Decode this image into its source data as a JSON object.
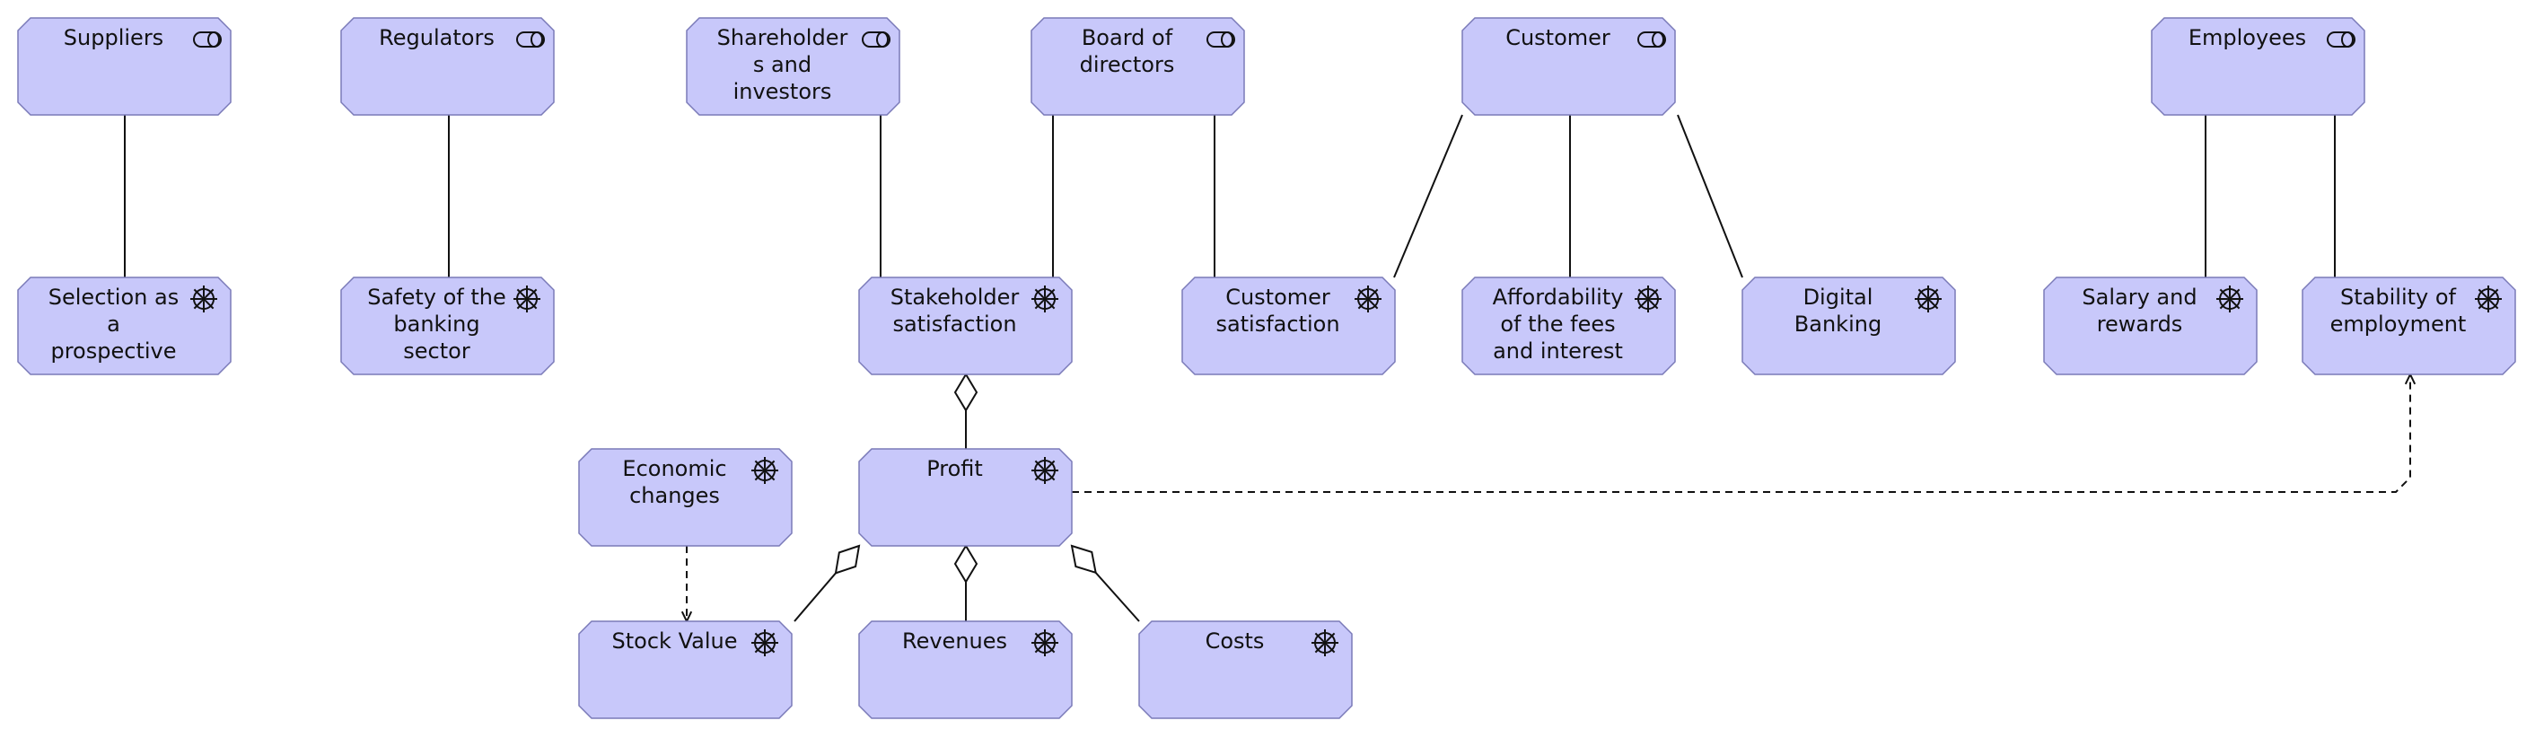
{
  "diagram": {
    "stakeholders": [
      {
        "id": "suppliers",
        "lines": [
          "Suppliers"
        ],
        "icon": "stakeholder-icon"
      },
      {
        "id": "regulators",
        "lines": [
          "Regulators"
        ],
        "icon": "stakeholder-icon"
      },
      {
        "id": "shareholders",
        "lines": [
          "Shareholder",
          "s and",
          "investors"
        ],
        "icon": "stakeholder-icon"
      },
      {
        "id": "board",
        "lines": [
          "Board of",
          "directors"
        ],
        "icon": "stakeholder-icon"
      },
      {
        "id": "customer",
        "lines": [
          "Customer"
        ],
        "icon": "stakeholder-icon"
      },
      {
        "id": "employees",
        "lines": [
          "Employees"
        ],
        "icon": "stakeholder-icon"
      }
    ],
    "drivers": [
      {
        "id": "selection",
        "lines": [
          "Selection as",
          "a",
          "prospective"
        ],
        "icon": "driver-icon"
      },
      {
        "id": "safety",
        "lines": [
          "Safety of the",
          "banking",
          "sector"
        ],
        "icon": "driver-icon"
      },
      {
        "id": "stakeholder-satisfaction",
        "lines": [
          "Stakeholder",
          "satisfaction"
        ],
        "icon": "driver-icon"
      },
      {
        "id": "customer-satisfaction",
        "lines": [
          "Customer",
          "satisfaction"
        ],
        "icon": "driver-icon"
      },
      {
        "id": "affordability",
        "lines": [
          "Affordability",
          "of the fees",
          "and interest"
        ],
        "icon": "driver-icon"
      },
      {
        "id": "digital-banking",
        "lines": [
          "Digital",
          "Banking"
        ],
        "icon": "driver-icon"
      },
      {
        "id": "salary",
        "lines": [
          "Salary and",
          "rewards"
        ],
        "icon": "driver-icon"
      },
      {
        "id": "stability",
        "lines": [
          "Stability of",
          "employment"
        ],
        "icon": "driver-icon"
      },
      {
        "id": "economic",
        "lines": [
          "Economic",
          "changes"
        ],
        "icon": "driver-icon"
      },
      {
        "id": "profit",
        "lines": [
          "Profit"
        ],
        "icon": "driver-icon"
      },
      {
        "id": "stock",
        "lines": [
          "Stock Value"
        ],
        "icon": "driver-icon"
      },
      {
        "id": "revenues",
        "lines": [
          "Revenues"
        ],
        "icon": "driver-icon"
      },
      {
        "id": "costs",
        "lines": [
          "Costs"
        ],
        "icon": "driver-icon"
      }
    ],
    "relations": [
      {
        "from": "suppliers",
        "to": "selection",
        "type": "association"
      },
      {
        "from": "regulators",
        "to": "safety",
        "type": "association"
      },
      {
        "from": "shareholders",
        "to": "stakeholder-satisfaction",
        "type": "association"
      },
      {
        "from": "board",
        "to": "stakeholder-satisfaction",
        "type": "association"
      },
      {
        "from": "board",
        "to": "customer-satisfaction",
        "type": "association"
      },
      {
        "from": "customer",
        "to": "customer-satisfaction",
        "type": "association"
      },
      {
        "from": "customer",
        "to": "affordability",
        "type": "association"
      },
      {
        "from": "customer",
        "to": "digital-banking",
        "type": "association"
      },
      {
        "from": "employees",
        "to": "salary",
        "type": "association"
      },
      {
        "from": "employees",
        "to": "stability",
        "type": "association"
      },
      {
        "from": "stakeholder-satisfaction",
        "to": "profit",
        "type": "aggregation"
      },
      {
        "from": "profit",
        "to": "stock",
        "type": "aggregation"
      },
      {
        "from": "profit",
        "to": "revenues",
        "type": "aggregation"
      },
      {
        "from": "profit",
        "to": "costs",
        "type": "aggregation"
      },
      {
        "from": "economic",
        "to": "stock",
        "type": "influence"
      },
      {
        "from": "profit",
        "to": "stability",
        "type": "influence"
      }
    ],
    "colors": {
      "fill": "#c8c8fa",
      "stroke": "#7a7ab8",
      "line": "#111111"
    }
  }
}
